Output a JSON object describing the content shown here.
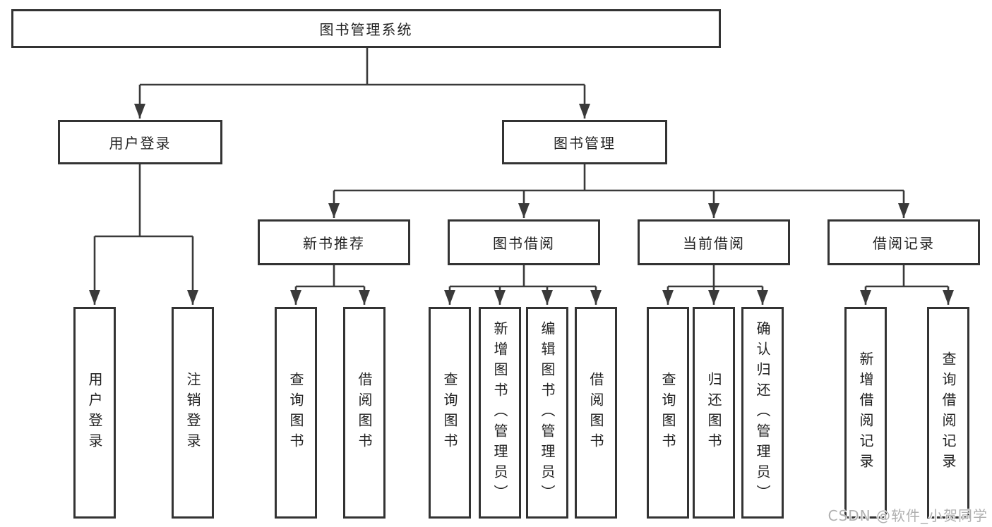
{
  "diagram_title": "图书管理系统",
  "colors": {
    "line": "#3a3a3a",
    "box_border": "#333333",
    "text": "#222222",
    "background": "#ffffff",
    "watermark": "#b0b0b0"
  },
  "tree": {
    "label": "图书管理系统",
    "children": [
      {
        "label": "用户登录",
        "children": [
          {
            "label": "用户登录"
          },
          {
            "label": "注销登录"
          }
        ]
      },
      {
        "label": "图书管理",
        "children": [
          {
            "label": "新书推荐",
            "children": [
              {
                "label": "查询图书"
              },
              {
                "label": "借阅图书"
              }
            ]
          },
          {
            "label": "图书借阅",
            "children": [
              {
                "label": "查询图书"
              },
              {
                "label": "新增图书（管理员）"
              },
              {
                "label": "编辑图书（管理员）"
              },
              {
                "label": "借阅图书"
              }
            ]
          },
          {
            "label": "当前借阅",
            "children": [
              {
                "label": "查询图书"
              },
              {
                "label": "归还图书"
              },
              {
                "label": "确认归还（管理员）"
              }
            ]
          },
          {
            "label": "借阅记录",
            "children": [
              {
                "label": "新增借阅记录"
              },
              {
                "label": "查询借阅记录"
              }
            ]
          }
        ]
      }
    ]
  },
  "watermark": "CSDN @软件_小贺同学"
}
